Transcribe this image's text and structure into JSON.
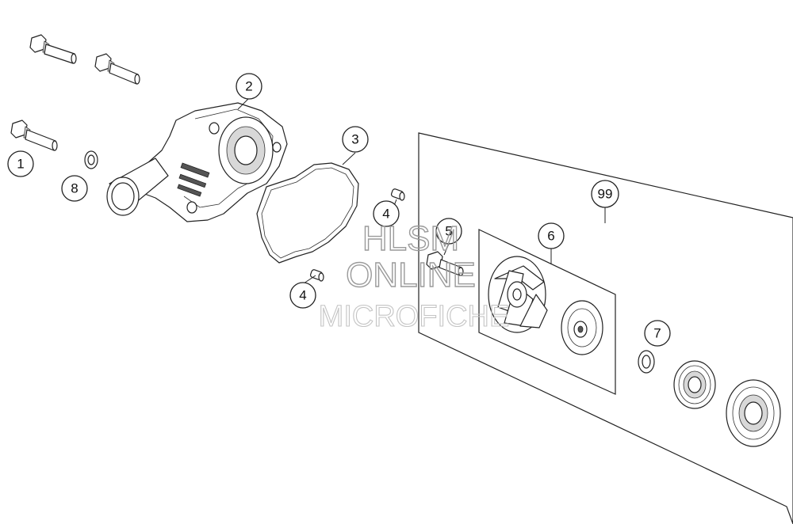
{
  "callouts": [
    {
      "id": "c1",
      "label": "1"
    },
    {
      "id": "c2",
      "label": "2"
    },
    {
      "id": "c3",
      "label": "3"
    },
    {
      "id": "c4a",
      "label": "4"
    },
    {
      "id": "c4b",
      "label": "4"
    },
    {
      "id": "c5",
      "label": "5"
    },
    {
      "id": "c6",
      "label": "6"
    },
    {
      "id": "c7",
      "label": "7"
    },
    {
      "id": "c8",
      "label": "8"
    },
    {
      "id": "c99",
      "label": "99"
    }
  ],
  "watermark": {
    "line1": "HLSM",
    "line2": "ONLINE",
    "line3": "MICROFICHE",
    "color": "#9a9a9a"
  },
  "colors": {
    "line": "#222222",
    "background": "#ffffff"
  }
}
